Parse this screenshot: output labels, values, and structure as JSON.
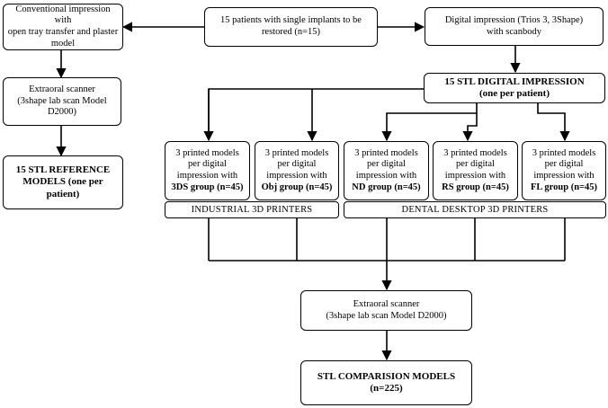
{
  "boxes": {
    "conventional": {
      "lines": [
        "Conventional impression with",
        "open tray transfer and plaster",
        "model"
      ]
    },
    "patients": {
      "lines": [
        "15 patients with single implants to be",
        "restored (n=15)"
      ]
    },
    "digital": {
      "lines": [
        "Digital impression (Trios 3, 3Shape)",
        "with scanbody"
      ]
    },
    "extraoral_left": {
      "lines": [
        "Extraoral scanner",
        "(3shape lab scan Model",
        "D2000)"
      ]
    },
    "stl_digital": {
      "lines": [
        "15 STL DIGITAL IMPRESSION",
        "(one per patient)"
      ]
    },
    "stl_reference": {
      "lines": [
        "15 STL REFERENCE",
        "MODELS (one per patient)"
      ]
    },
    "group_3ds": {
      "lines": [
        "3 printed models",
        "per digital",
        "impression with"
      ],
      "group": "3DS group (n=45)"
    },
    "group_obj": {
      "lines": [
        "3 printed models",
        "per digital",
        "impression with"
      ],
      "group": "Obj group (n=45)"
    },
    "group_nd": {
      "lines": [
        "3 printed models",
        "per digital",
        "impression with"
      ],
      "group": "ND group (n=45)"
    },
    "group_rs": {
      "lines": [
        "3 printed models",
        "per digital",
        "impression with"
      ],
      "group": "RS group (n=45)"
    },
    "group_fl": {
      "lines": [
        "3 printed models",
        "per digital",
        "impression with"
      ],
      "group": "FL group (n=45)"
    },
    "extraoral_bottom": {
      "lines": [
        "Extraoral scanner",
        "(3shape lab scan Model D2000)"
      ]
    },
    "stl_comparison": {
      "lines": [
        "STL COMPARISION MODELS",
        "(n=225)"
      ]
    }
  },
  "bands": {
    "industrial": "INDUSTRIAL 3D PRINTERS",
    "dental": "DENTAL DESKTOP 3D PRINTERS"
  },
  "colors": {
    "stroke": "#000000",
    "background": "#ffffff"
  }
}
